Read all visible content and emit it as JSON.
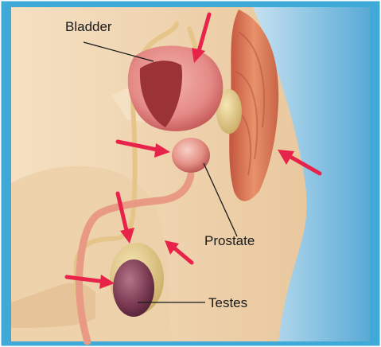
{
  "labels": {
    "bladder": "Bladder",
    "prostate": "Prostate",
    "testes": "Testes"
  },
  "colors": {
    "frame_border": "#3fa9d8",
    "background_light": "#e6f3fb",
    "background_dark": "#5aaad6",
    "skin": "#f1d7b2",
    "skin_shadow": "#d9b48a",
    "organ_pink": "#e58a86",
    "organ_dark": "#b8484a",
    "rectum": "#d9785a",
    "gland_yellow": "#e8cf8a",
    "testis_purple": "#7a3a52",
    "arrow": "#e8234a",
    "leader_line": "#1a1a1a"
  },
  "icons": {
    "arrow": "red-pointer-arrow"
  }
}
